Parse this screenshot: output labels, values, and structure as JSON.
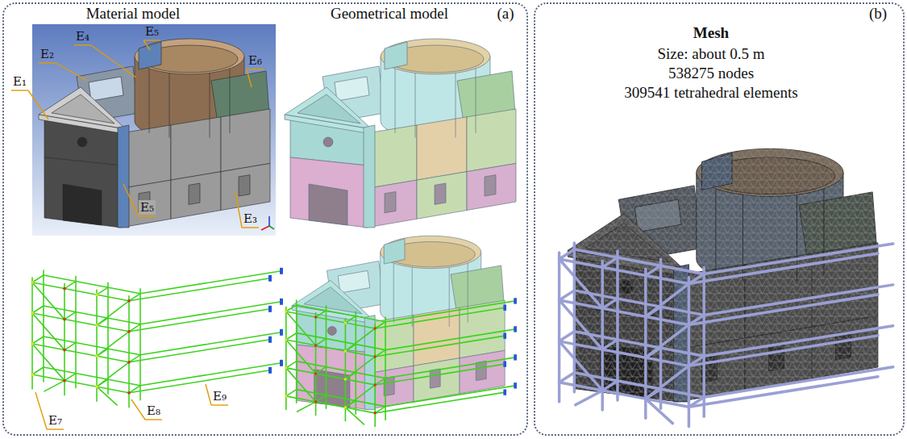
{
  "diagram": {
    "nodes": [
      {
        "text": [
          "Material model",
          "Geometrical model",
          "(a)"
        ]
      },
      {
        "text": [
          "(b)",
          "Mesh",
          "Size: about 0.5 m",
          "538275 nodes",
          "309541 tetrahedral elements"
        ]
      }
    ],
    "labels": [
      "E₁",
      "E₂",
      "E₄",
      "E₅",
      "E₆",
      "E₃",
      "E₅",
      "E₇",
      "E₈",
      "E₉"
    ]
  }
}
